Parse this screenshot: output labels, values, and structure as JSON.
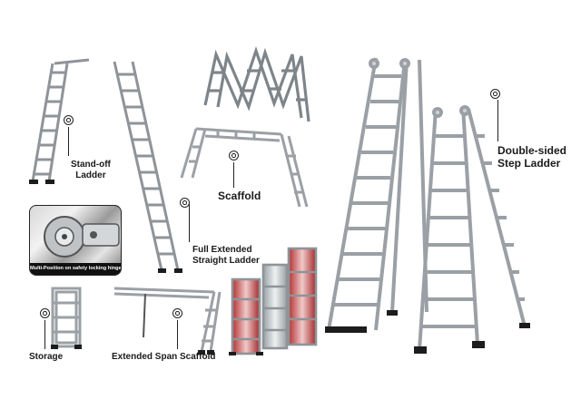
{
  "labels": {
    "standoff_line1": "Stand-off",
    "standoff_line2": "Ladder",
    "scaffold": "Scaffold",
    "full_line1": "Full Extended",
    "full_line2": "Straight Ladder",
    "double_line1": "Double-sided",
    "double_line2": "Step Ladder",
    "storage": "Storage",
    "span": "Extended Span Scaffold"
  },
  "inset": {
    "caption": "Multi-Position on safety locking hinges"
  },
  "icons": {
    "badge": "circle-marker-icon",
    "hinge": "hinge-photo"
  },
  "colors": {
    "aluminum": "#cfd3d6",
    "aluminum_dark": "#8e9499",
    "foot": "#1c1c1c",
    "red_accent": "#c7393a",
    "text": "#1a1a1a"
  }
}
